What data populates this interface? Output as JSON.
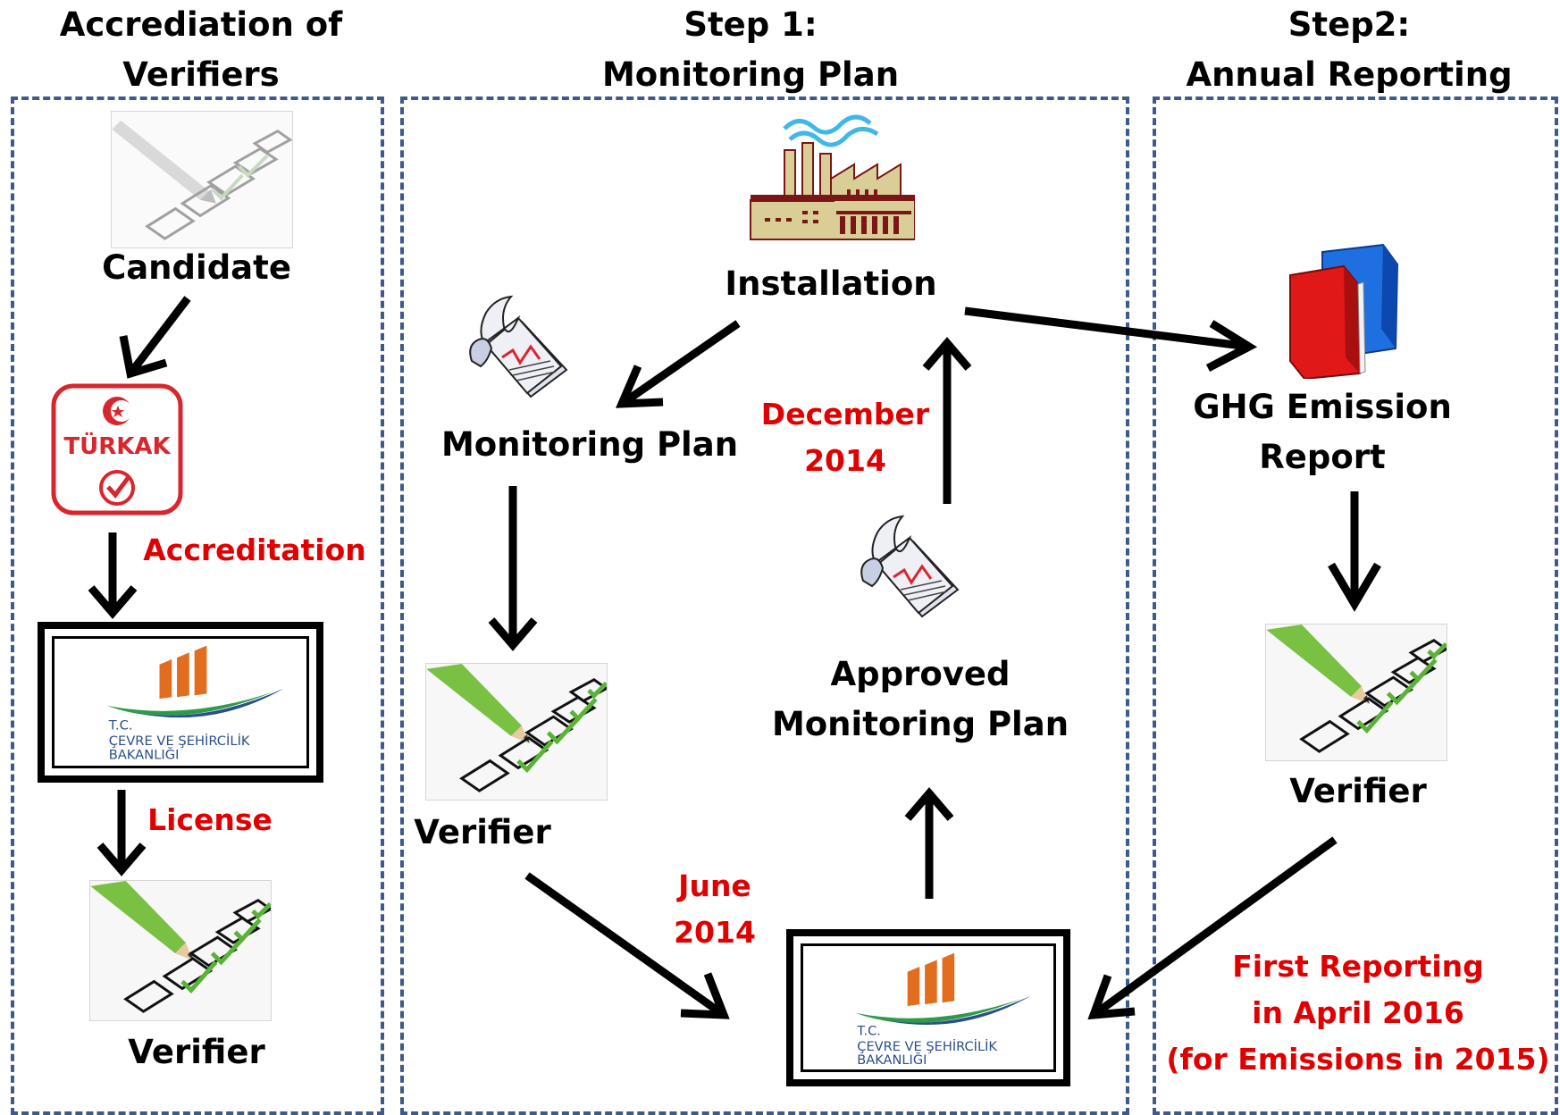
{
  "columns": {
    "accreditation": {
      "title_line1": "Accrediation of",
      "title_line2": "Verifiers"
    },
    "step1": {
      "title_line1": "Step 1:",
      "title_line2": "Monitoring Plan"
    },
    "step2": {
      "title_line1": "Step2:",
      "title_line2": "Annual Reporting"
    }
  },
  "accreditation": {
    "candidate": "Candidate",
    "turkak_logo_text": "TÜRKAK",
    "accreditation_label": "Accreditation",
    "license_label": "License",
    "verifier": "Verifier"
  },
  "ministry_logo": {
    "line1": "T.C.",
    "line2": "ÇEVRE VE ŞEHİRCİLİK",
    "line3": "BAKANLIĞI"
  },
  "step1": {
    "installation": "Installation",
    "monitoring_plan": "Monitoring Plan",
    "verifier": "Verifier",
    "june_line1": "June",
    "june_line2": "2014",
    "december_line1": "December",
    "december_line2": "2014",
    "approved_line1": "Approved",
    "approved_line2": "Monitoring Plan"
  },
  "step2": {
    "report_line1": "GHG Emission",
    "report_line2": "Report",
    "verifier": "Verifier",
    "first_line1": "First Reporting",
    "first_line2": "in April 2016",
    "first_line3": "(for Emissions in 2015)"
  },
  "colors": {
    "panel_border": "#3c5a8a",
    "highlight_text": "#e00000",
    "arrow": "#000000"
  }
}
